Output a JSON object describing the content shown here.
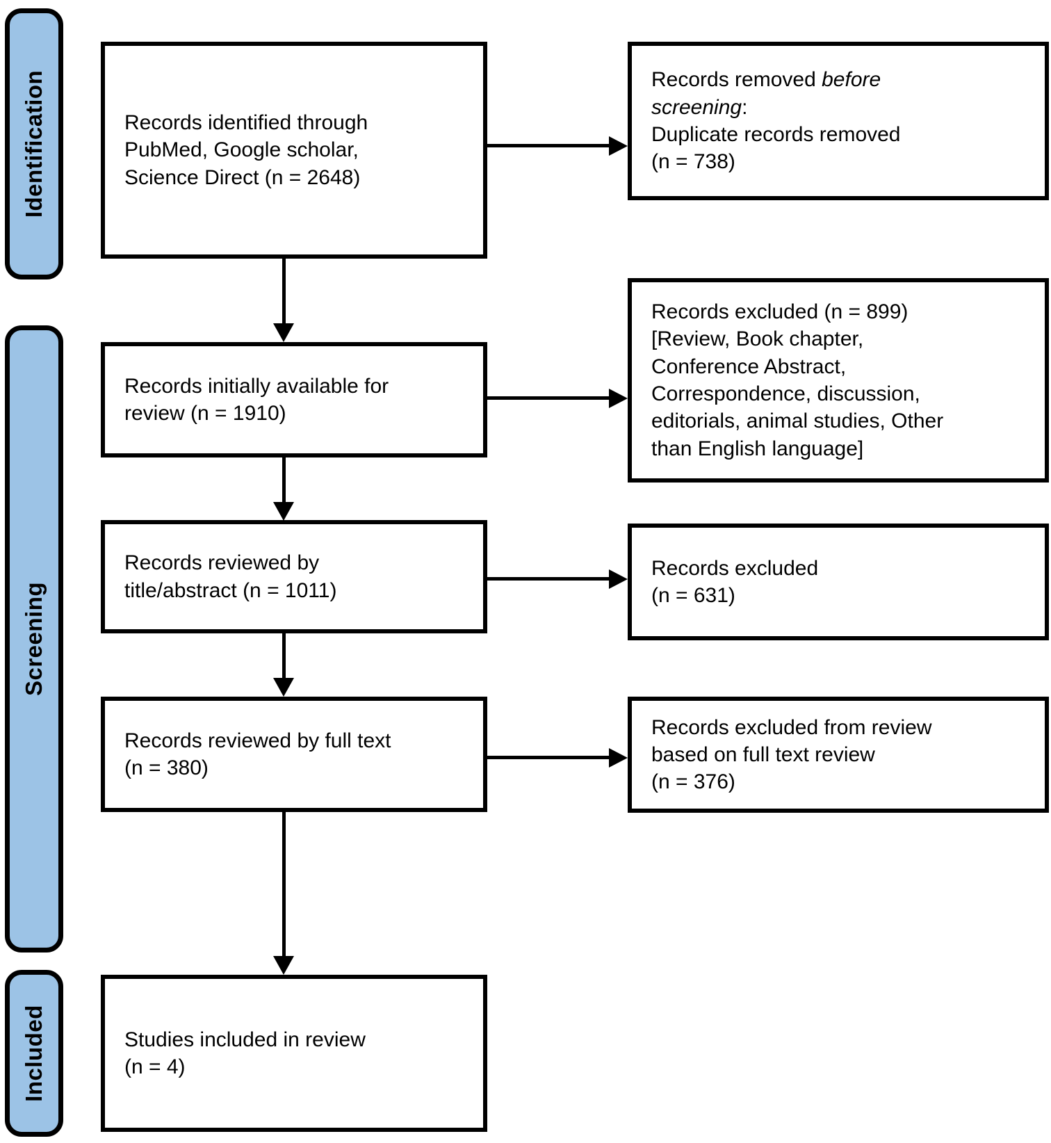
{
  "diagram": {
    "title": "PRISMA study selection flow diagram",
    "colors": {
      "stage_fill": "#9cc3e6",
      "box_border": "#000000",
      "background": "#ffffff",
      "text": "#000000"
    },
    "stages": [
      {
        "label": "Identification"
      },
      {
        "label": "Screening"
      },
      {
        "label": "Included"
      }
    ],
    "main_boxes": [
      {
        "name": "records-identified",
        "text": "Records identified through\nPubMed, Google scholar,\nScience Direct (n = 2648)"
      },
      {
        "name": "records-initially-available",
        "text": "Records initially available for\nreview (n = 1910)"
      },
      {
        "name": "records-reviewed-title-abstract",
        "text": "Records reviewed by\ntitle/abstract (n = 1011)"
      },
      {
        "name": "records-reviewed-full-text",
        "text": "Records reviewed by full text\n(n = 380)"
      },
      {
        "name": "studies-included",
        "text": "Studies included in review\n(n = 4)"
      }
    ],
    "side_boxes": [
      {
        "name": "records-removed-before-screening",
        "segments": [
          {
            "text": "Records removed "
          },
          {
            "text": "before\nscreening",
            "italic": true
          },
          {
            "text": ":\nDuplicate records removed\n(n = 738)"
          }
        ]
      },
      {
        "name": "records-excluded-initial",
        "segments": [
          {
            "text": "Records excluded (n = 899)\n[Review, Book chapter,\nConference Abstract,\nCorrespondence, discussion,\neditorials, animal studies, Other\nthan English language]"
          }
        ]
      },
      {
        "name": "records-excluded-title-abstract",
        "segments": [
          {
            "text": "Records excluded\n(n = 631)"
          }
        ]
      },
      {
        "name": "records-excluded-full-text",
        "segments": [
          {
            "text": "Records excluded from review\nbased on full text review\n(n = 376)"
          }
        ]
      }
    ]
  }
}
